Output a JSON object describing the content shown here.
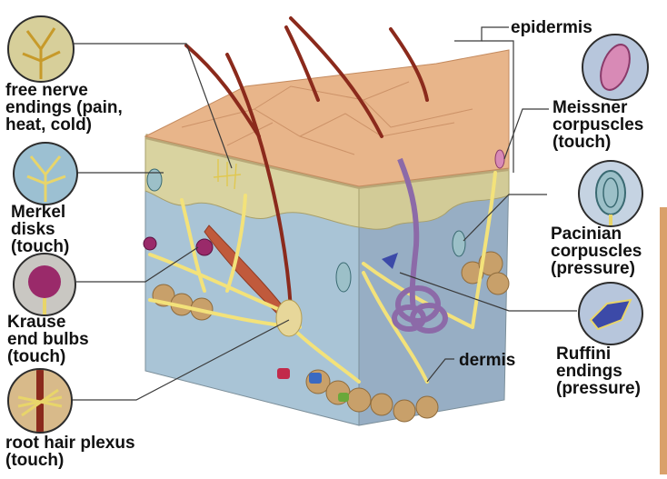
{
  "labels": {
    "free_nerve": "free nerve\nendings (pain,\nheat, cold)",
    "merkel": "Merkel\ndisks\n(touch)",
    "krause": "Krause\nend bulbs\n(touch)",
    "root_hair": "root hair plexus\n(touch)",
    "epidermis": "epidermis",
    "meissner": "Meissner\ncorpuscles\n(touch)",
    "pacinian": "Pacinian\ncorpuscles\n(pressure)",
    "ruffini": "Ruffini\nendings\n(pressure)",
    "dermis": "dermis"
  },
  "colors": {
    "skin_surface": "#e8b58a",
    "epidermis_layer": "#d9d3a0",
    "dermis": "#a9c4d6",
    "nerve": "#f3e27a",
    "hair": "#8b2a1c",
    "fat": "#c8a06a",
    "sweat_gland": "#8c6aa8"
  }
}
